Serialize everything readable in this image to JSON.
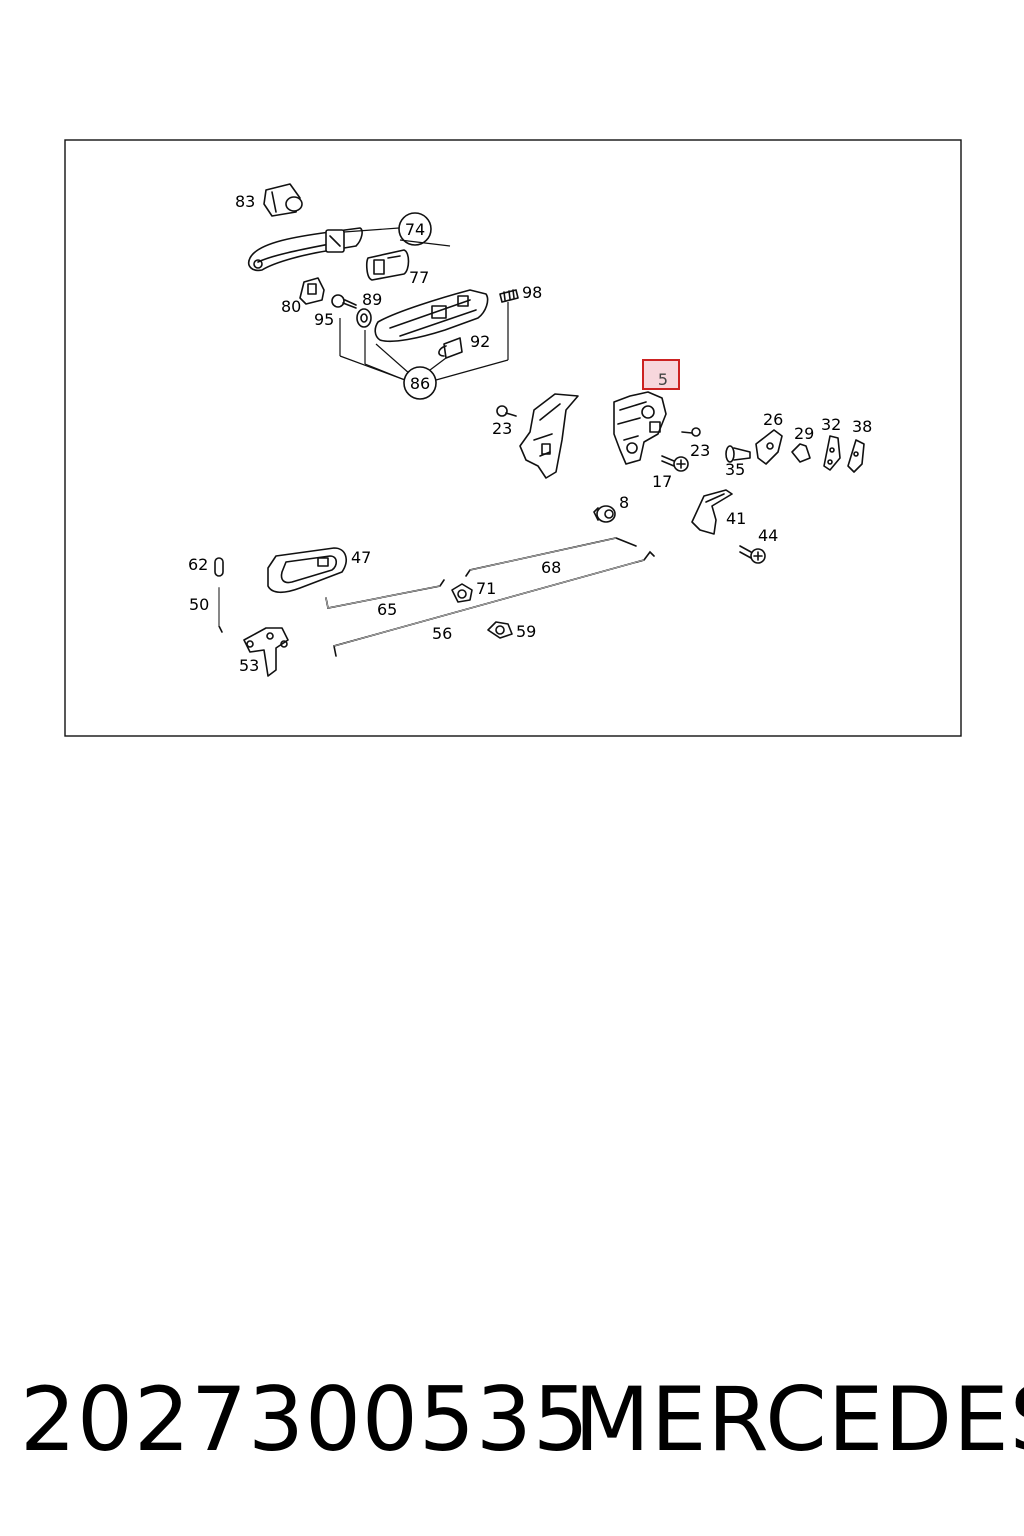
{
  "diagram": {
    "highlighted_part": "5",
    "colors": {
      "highlight_border": "#cc2222",
      "highlight_fill": "#f7d7dd",
      "line": "#111111"
    },
    "callouts": {
      "c83": "83",
      "c74": "74",
      "c77": "77",
      "c80": "80",
      "c95": "95",
      "c89": "89",
      "c98": "98",
      "c92": "92",
      "c86": "86",
      "c5": "5",
      "c23a": "23",
      "c23b": "23",
      "c26": "26",
      "c29": "29",
      "c32": "32",
      "c38": "38",
      "c17": "17",
      "c35": "35",
      "c8": "8",
      "c41": "41",
      "c44": "44",
      "c62": "62",
      "c47": "47",
      "c68": "68",
      "c71": "71",
      "c50": "50",
      "c65": "65",
      "c56": "56",
      "c59": "59",
      "c53": "53"
    }
  },
  "footer": {
    "part_number": "2027300535",
    "brand": "MERCEDES"
  }
}
